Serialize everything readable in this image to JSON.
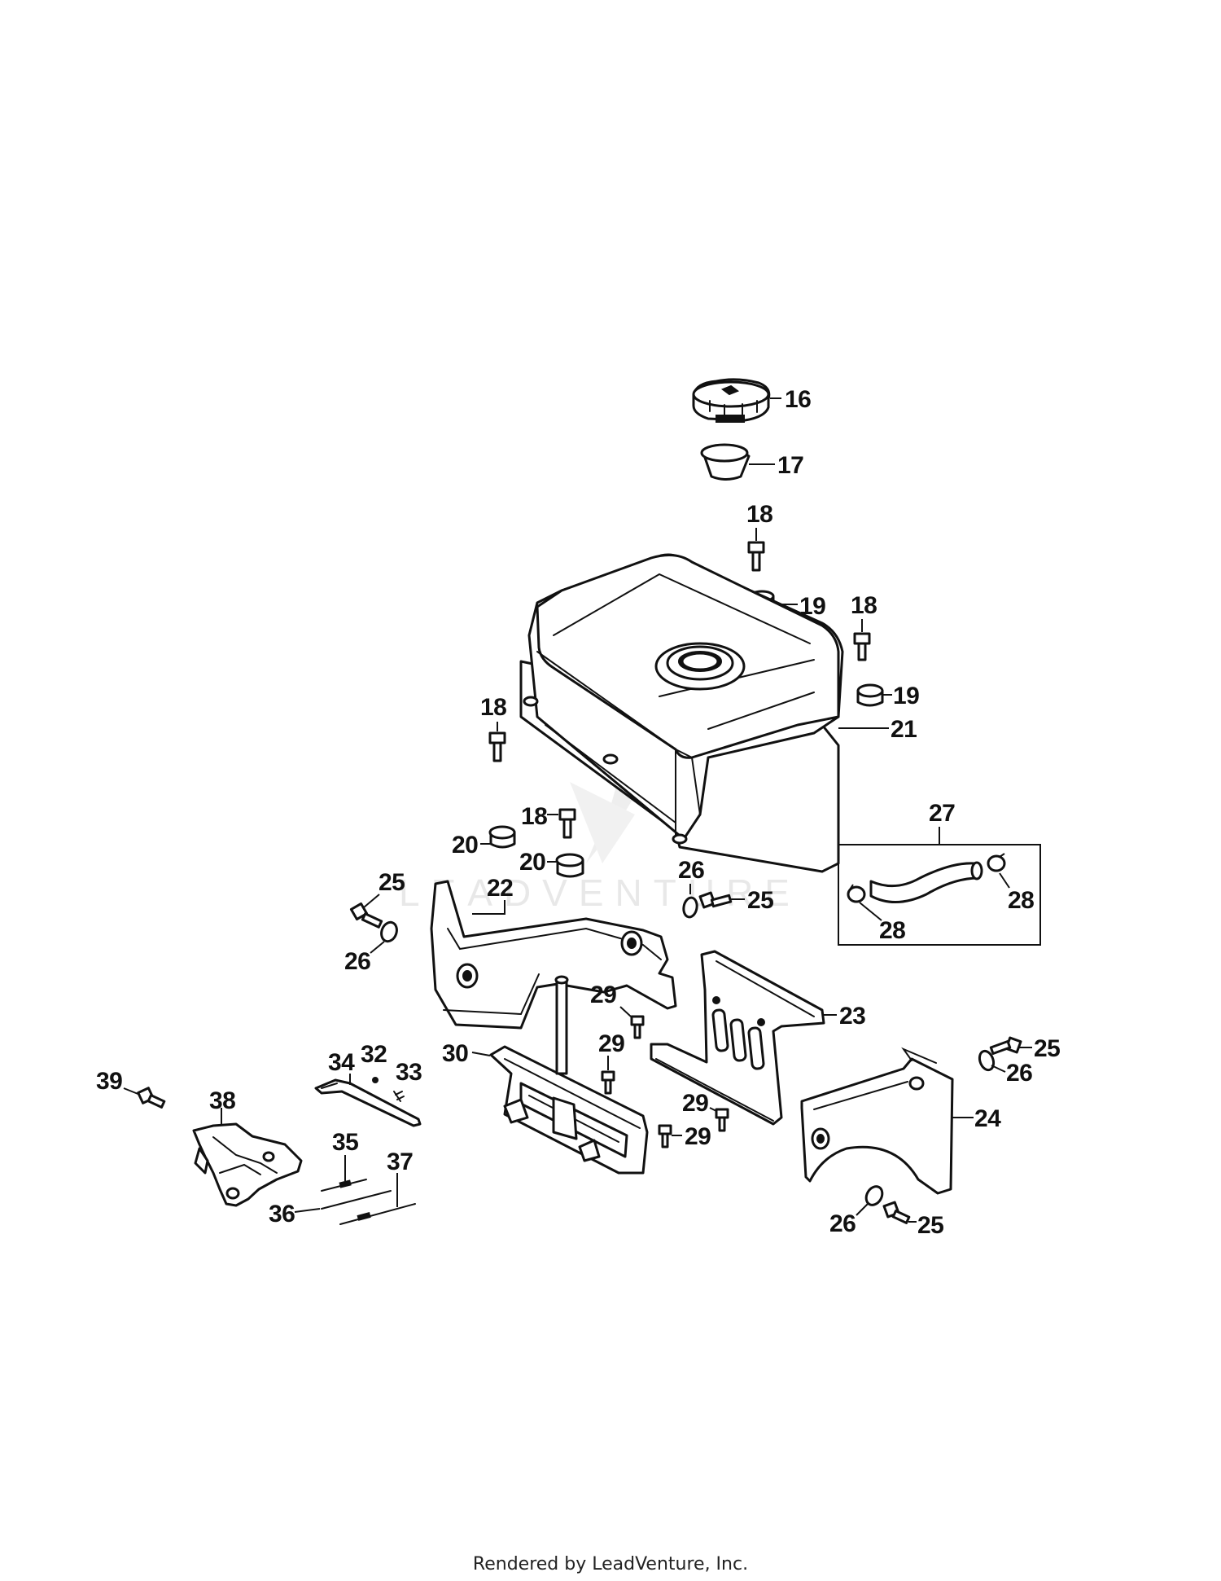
{
  "watermark": "LEADVENTURE",
  "footer": "Rendered by LeadVenture, Inc.",
  "callouts": {
    "c16": "16",
    "c17": "17",
    "c18a": "18",
    "c18b": "18",
    "c18c": "18",
    "c18d": "18",
    "c19a": "19",
    "c19b": "19",
    "c20a": "20",
    "c20b": "20",
    "c21": "21",
    "c22": "22",
    "c23": "23",
    "c24": "24",
    "c25a": "25",
    "c25b": "25",
    "c25c": "25",
    "c25d": "25",
    "c26a": "26",
    "c26b": "26",
    "c26c": "26",
    "c26d": "26",
    "c27": "27",
    "c28a": "28",
    "c28b": "28",
    "c29a": "29",
    "c29b": "29",
    "c29c": "29",
    "c29d": "29",
    "c30": "30",
    "c32": "32",
    "c33": "33",
    "c34": "34",
    "c35": "35",
    "c36": "36",
    "c37": "37",
    "c38": "38",
    "c39": "39"
  },
  "parts": [
    {
      "ref": "16",
      "icon": "fuel-cap-icon"
    },
    {
      "ref": "17",
      "icon": "cap-gasket-icon"
    },
    {
      "ref": "18",
      "icon": "bolt-icon"
    },
    {
      "ref": "19",
      "icon": "spacer-icon"
    },
    {
      "ref": "20",
      "icon": "spacer-icon"
    },
    {
      "ref": "21",
      "icon": "fuel-tank-icon"
    },
    {
      "ref": "22",
      "icon": "tank-bracket-icon"
    },
    {
      "ref": "23",
      "icon": "mounting-plate-icon"
    },
    {
      "ref": "24",
      "icon": "tank-bracket-icon"
    },
    {
      "ref": "25",
      "icon": "bolt-icon"
    },
    {
      "ref": "26",
      "icon": "washer-icon"
    },
    {
      "ref": "27",
      "icon": "fuel-line-kit-icon"
    },
    {
      "ref": "28",
      "icon": "hose-clamp-icon"
    },
    {
      "ref": "29",
      "icon": "screw-icon"
    },
    {
      "ref": "30",
      "icon": "control-panel-icon"
    },
    {
      "ref": "32",
      "icon": "pin-icon"
    },
    {
      "ref": "33",
      "icon": "spring-icon"
    },
    {
      "ref": "34",
      "icon": "lever-icon"
    },
    {
      "ref": "35",
      "icon": "link-rod-icon"
    },
    {
      "ref": "36",
      "icon": "link-rod-icon"
    },
    {
      "ref": "37",
      "icon": "link-rod-icon"
    },
    {
      "ref": "38",
      "icon": "throttle-bracket-icon"
    },
    {
      "ref": "39",
      "icon": "bolt-icon"
    }
  ]
}
